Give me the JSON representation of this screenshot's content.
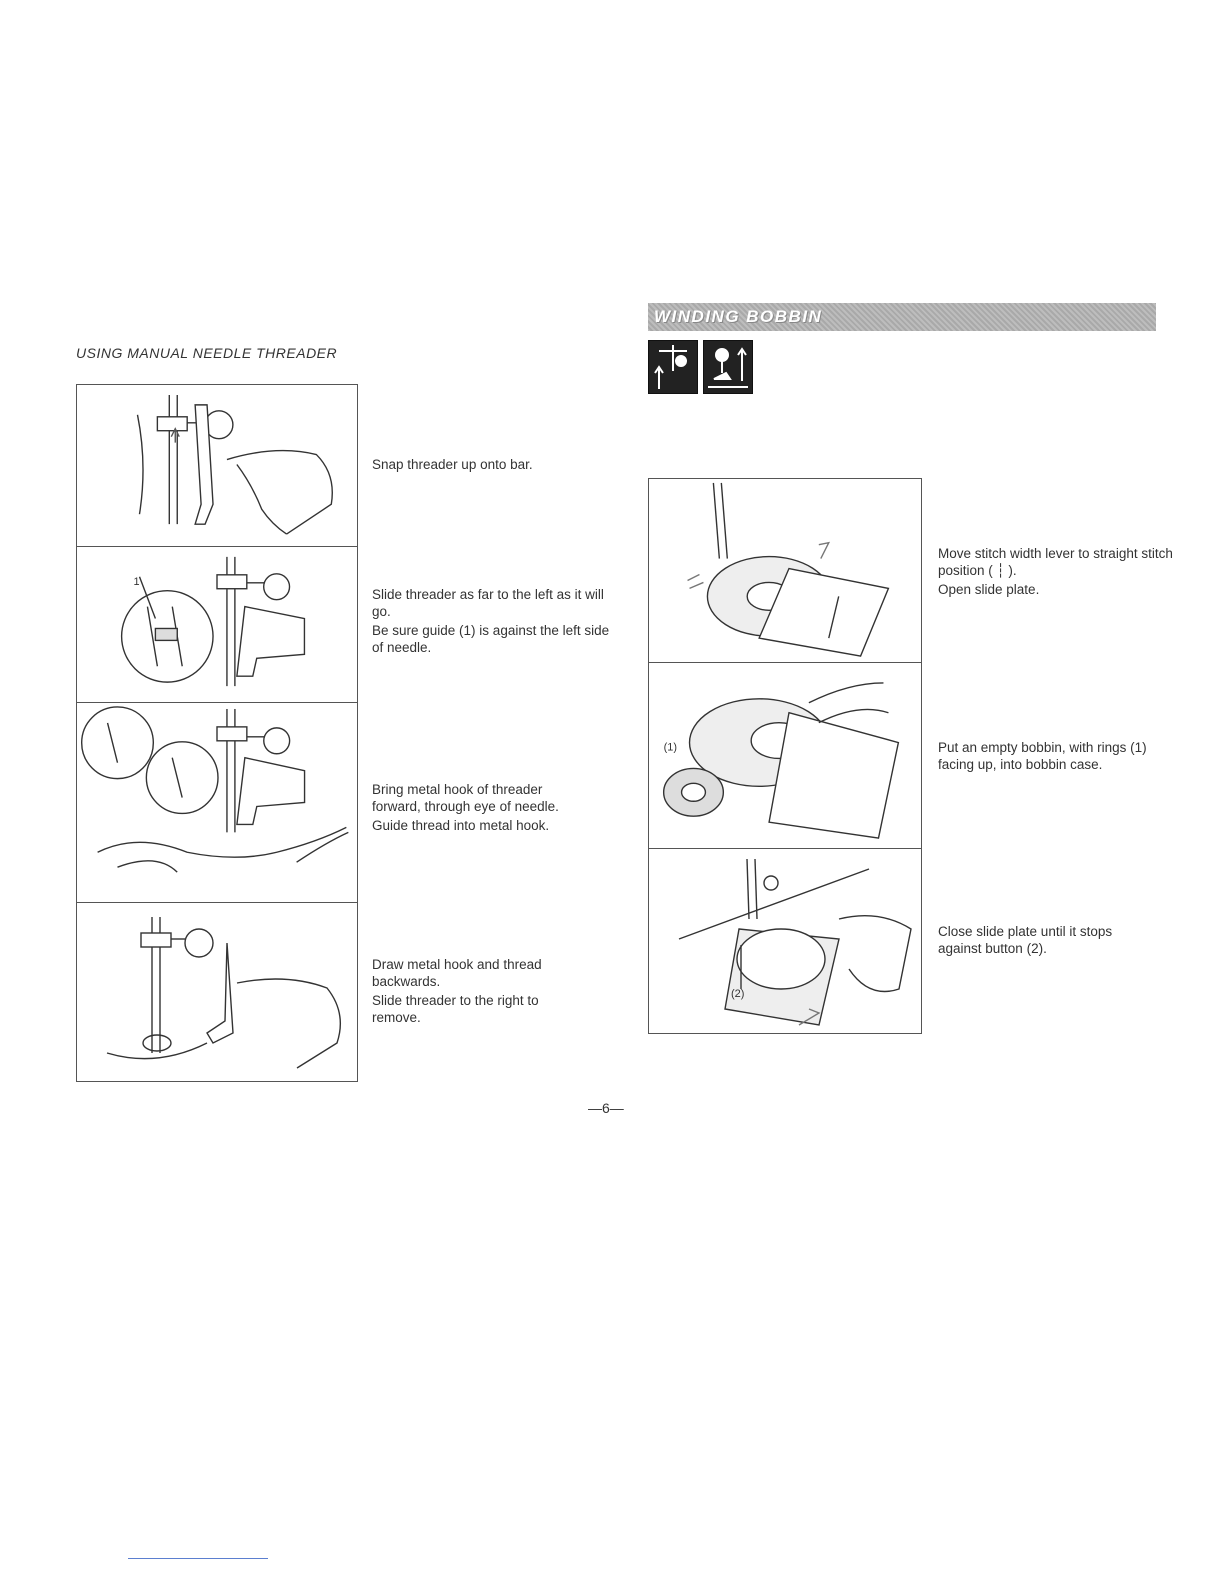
{
  "left_section": {
    "title": "USING MANUAL NEEDLE THREADER",
    "steps": [
      {
        "lines": [
          "Snap threader up onto bar."
        ]
      },
      {
        "lines": [
          "Slide threader as far to the left as it will go.",
          "Be sure guide (1) is against the left side of needle."
        ],
        "callout": "1"
      },
      {
        "lines": [
          "Bring metal hook of threader forward, through eye of needle.",
          "Guide thread into metal hook."
        ]
      },
      {
        "lines": [
          "Draw metal hook and thread backwards.",
          "Slide threader to the right to remove."
        ]
      }
    ]
  },
  "right_section": {
    "banner": "WINDING BOBBIN",
    "icons": [
      "needle-up-icon",
      "presser-foot-up-icon"
    ],
    "steps": [
      {
        "lines": [
          "Move stitch width lever to straight stitch position ( ┆ ).",
          "Open slide plate."
        ]
      },
      {
        "lines": [
          "Put an empty bobbin, with rings (1) facing up, into bobbin case."
        ],
        "callout": "(1)"
      },
      {
        "lines": [
          "Close slide plate until it stops against button (2)."
        ],
        "callout": "(2)"
      }
    ]
  },
  "page_number": "—6—"
}
